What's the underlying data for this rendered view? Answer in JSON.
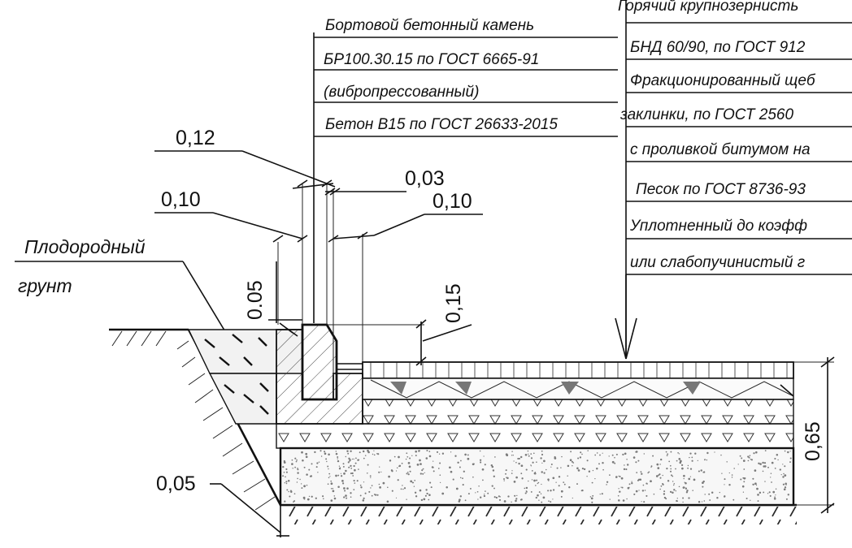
{
  "curb_labels": [
    "Бортовой бетонный камень",
    "БР100.30.15 по ГОСТ 6665-91",
    "(вибропрессованный)",
    "Бетон В15 по ГОСТ 26633-2015"
  ],
  "layer_labels": [
    "Горячий крупнозернисть",
    "БНД 60/90, по ГОСТ 912",
    "Фракционированный щеб",
    "заклинки, по ГОСТ 2560",
    "с проливкой битумом на",
    "Песок по ГОСТ 8736-93",
    "Уплотненный  до коэфф",
    "или слабопучинистый г"
  ],
  "soil_label": {
    "line1": "Плодородный",
    "line2": "грунт"
  },
  "dimensions": {
    "d012": "0,12",
    "d010_left": "0,10",
    "d003": "0,03",
    "d010_right": "0,10",
    "d005_top": "0.05",
    "d015": "0,15",
    "d065": "0,65",
    "d005_bottom": "0,05"
  },
  "colors": {
    "line": "#111111",
    "background": "#ffffff",
    "dots": "#7a7a7a"
  }
}
